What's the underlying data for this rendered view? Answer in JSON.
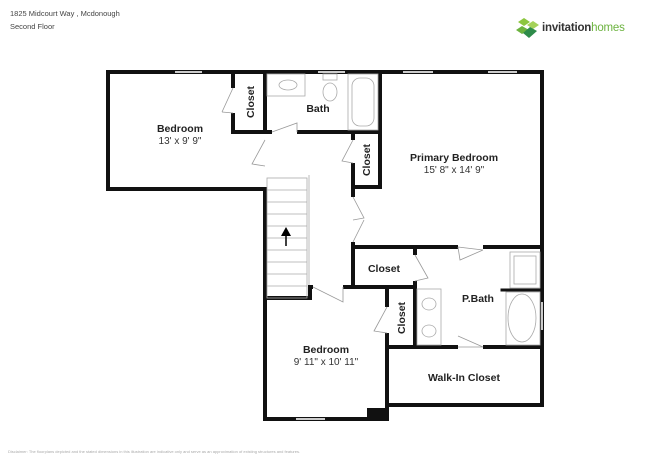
{
  "header": {
    "address": "1825 Midcourt Way , Mcdonough",
    "floor": "Second Floor"
  },
  "logo": {
    "part1": "invitation",
    "part2": "homes",
    "colors": {
      "dark": "#2e8b4a",
      "light": "#8cc63f"
    }
  },
  "rooms": {
    "bedroom1": {
      "name": "Bedroom",
      "dims": "13' x 9' 9\""
    },
    "closet1": {
      "name": "Closet"
    },
    "bath": {
      "name": "Bath"
    },
    "closet2": {
      "name": "Closet"
    },
    "primary": {
      "name": "Primary Bedroom",
      "dims": "15' 8\" x 14' 9\""
    },
    "closet3": {
      "name": "Closet"
    },
    "pbath": {
      "name": "P.Bath"
    },
    "closet4": {
      "name": "Closet"
    },
    "bedroom2": {
      "name": "Bedroom",
      "dims": "9' 11\" x 10' 11\""
    },
    "walkin": {
      "name": "Walk-In Closet"
    }
  },
  "stairs": {
    "direction": "up-arrow-icon"
  },
  "disclaimer": "Disclaimer: The floorplans depicted and the stated dimensions in this illustration are indicative only and serve as an approximation of existing structures and features."
}
